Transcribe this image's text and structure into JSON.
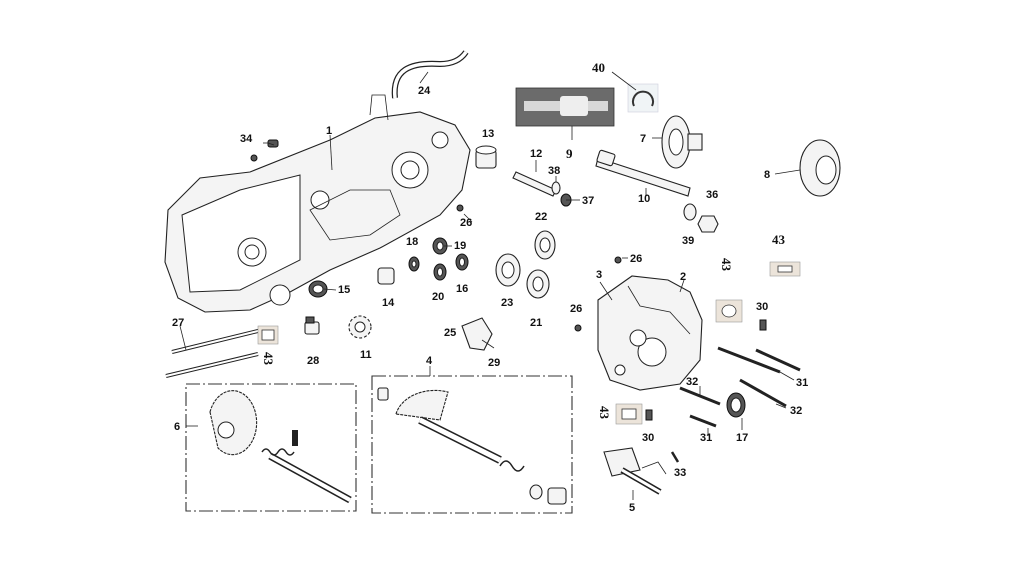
{
  "diagram": {
    "callouts": {
      "c1": "1",
      "c2": "2",
      "c3": "3",
      "c4": "4",
      "c5": "5",
      "c6": "6",
      "c7": "7",
      "c8": "8",
      "c9": "9",
      "c10": "10",
      "c11": "11",
      "c12": "12",
      "c13": "13",
      "c14": "14",
      "c15": "15",
      "c16": "16",
      "c17": "17",
      "c18": "18",
      "c19": "19",
      "c20": "20",
      "c21": "21",
      "c22": "22",
      "c23": "23",
      "c24": "24",
      "c25": "25",
      "c26a": "26",
      "c26b": "26",
      "c26c": "26",
      "c27": "27",
      "c28": "28",
      "c29": "29",
      "c30a": "30",
      "c30b": "30",
      "c31a": "31",
      "c31b": "31",
      "c32a": "32",
      "c32b": "32",
      "c33": "33",
      "c34": "34",
      "c36": "36",
      "c37": "37",
      "c38": "38",
      "c39": "39",
      "c40": "40",
      "c43a": "43",
      "c43b": "43",
      "c43c": "43",
      "c43d": "43"
    },
    "colors": {
      "ink": "#222222",
      "photo_bg": "#6b6b6b",
      "photo_shaft": "#d8d8d8"
    }
  }
}
